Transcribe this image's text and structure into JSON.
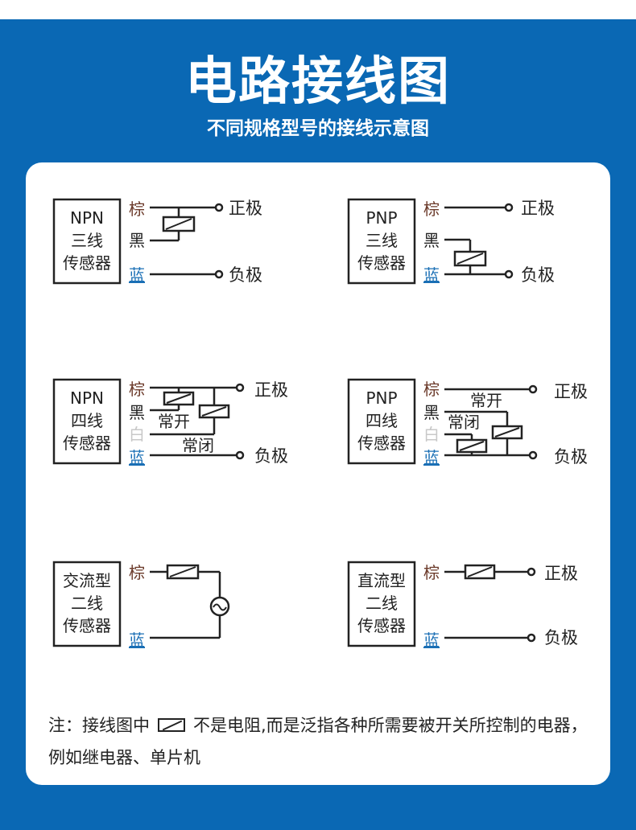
{
  "header": {
    "title": "电路接线图",
    "subtitle": "不同规格型号的接线示意图"
  },
  "colors": {
    "background": "#0a68b4",
    "card": "#ffffff",
    "brown_wire": "#6b3a2a",
    "black_wire": "#222222",
    "white_wire": "#c8c8c8",
    "blue_wire": "#1a6fb5"
  },
  "wires": {
    "brown": "棕",
    "black": "黑",
    "white": "白",
    "blue": "蓝"
  },
  "terminals": {
    "positive": "正极",
    "negative": "负极",
    "normally_open": "常开",
    "normally_closed": "常闭"
  },
  "diagrams": [
    {
      "id": "npn3",
      "box": [
        "NPN",
        "三线",
        "传感器"
      ]
    },
    {
      "id": "pnp3",
      "box": [
        "PNP",
        "三线",
        "传感器"
      ]
    },
    {
      "id": "npn4",
      "box": [
        "NPN",
        "四线",
        "传感器"
      ]
    },
    {
      "id": "pnp4",
      "box": [
        "PNP",
        "四线",
        "传感器"
      ]
    },
    {
      "id": "ac2",
      "box": [
        "交流型",
        "二线",
        "传感器"
      ]
    },
    {
      "id": "dc2",
      "box": [
        "直流型",
        "二线",
        "传感器"
      ]
    }
  ],
  "note": {
    "prefix": "注：接线图中",
    "icon": "load-symbol-icon",
    "suffix": "不是电阻,而是泛指各种所需要被开关所控制的电器，例如继电器、单片机"
  }
}
